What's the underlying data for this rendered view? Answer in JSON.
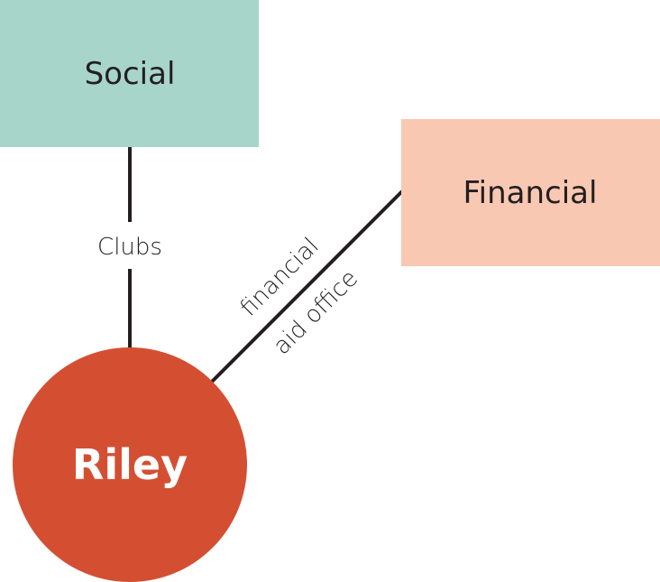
{
  "nodes": {
    "center": {
      "label": "Riley",
      "color": "#d44f32"
    },
    "social": {
      "label": "Social",
      "color": "#a8d5ca"
    },
    "financial": {
      "label": "Financial",
      "color": "#f9c8b3"
    }
  },
  "edges": {
    "social": {
      "label": "Clubs"
    },
    "financial": {
      "label_line1": "financial",
      "label_line2": "aid office"
    }
  }
}
